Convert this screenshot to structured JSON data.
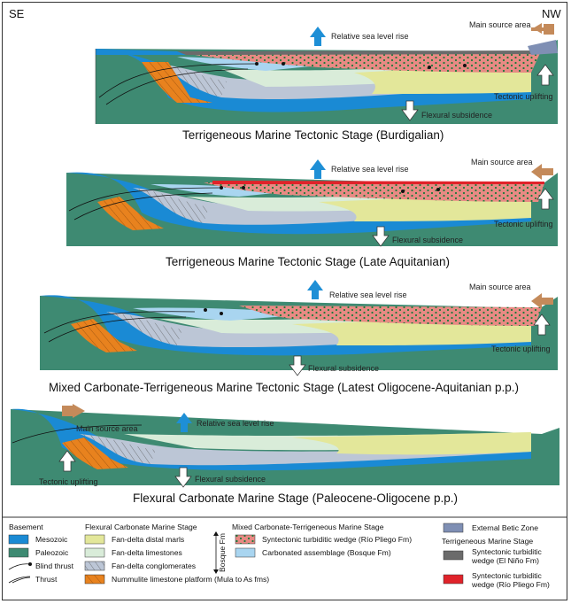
{
  "corners": {
    "left": "SE",
    "right": "NW"
  },
  "panels": [
    {
      "stage": "Terrigeneous Marine Tectonic Stage (Burdigalian)",
      "sea_level": "Relative sea level rise",
      "source": "Main source area",
      "uplift": "Tectonic uplifting",
      "subsidence": "Flexural subsidence"
    },
    {
      "stage": "Terrigeneous Marine Tectonic Stage (Late Aquitanian)",
      "sea_level": "Relative sea level rise",
      "source": "Main source area",
      "uplift": "Tectonic uplifting",
      "subsidence": "Flexural subsidence"
    },
    {
      "stage": "Mixed Carbonate-Terrigeneous Marine Tectonic Stage (Latest Oligocene-Aquitanian p.p.)",
      "sea_level": "Relative sea level rise",
      "source": "Main source area",
      "uplift": "Tectonic uplifting",
      "subsidence": "Flexural subsidence"
    },
    {
      "stage": "Flexural Carbonate Marine Stage (Paleocene-Oligocene p.p.)",
      "sea_level": "Relative sea level rise",
      "source": "Main source area",
      "uplift": "Tectonic uplifting",
      "subsidence": "Flexural subsidence"
    }
  ],
  "legend": {
    "basement_title": "Basement",
    "mesozoic": "Mesozoic",
    "paleozoic": "Paleozoic",
    "blind_thrust": "Blind thrust",
    "thrust": "Thrust",
    "flexural_title": "Flexural Carbonate Marine Stage",
    "distal_marls": "Fan-delta distal marls",
    "limestones": "Fan-delta limestones",
    "conglomerates": "Fan-delta conglomerates",
    "nummulite": "Nummulite limestone platform (Mula to As fms)",
    "bosque_label": "Bosque Fm",
    "mixed_title": "Mixed Carbonate-Terrigeneous Marine Stage",
    "turbiditic_rio": "Syntectonic turbiditic wedge (Río Pliego Fm)",
    "carbonated": "Carbonated assemblage (Bosque Fm)",
    "external_betic": "External Betic Zone",
    "terr_title": "Terrigeneous Marine Stage",
    "turb_nino_1": "Syntectonic turbiditic",
    "turb_nino_2": "wedge (El Niño Fm)",
    "turb_rio_1": "Syntectonic turbiditic",
    "turb_rio_2": "wedge (Río Pliego Fm)"
  },
  "colors": {
    "mesozoic": "#1a8ad4",
    "paleozoic": "#3e8a72",
    "distal_marls": "#e3e79a",
    "limestones": "#d9ecd9",
    "conglomerates": "#bcc6d6",
    "nummulite": "#e8821e",
    "turbiditic": "#e88a84",
    "carbonated": "#a9d5f0",
    "external_betic": "#7f8fb4",
    "nino": "#6b6b6b",
    "rio_red": "#e0232a",
    "up_arrow": "#1e8fd6",
    "source_arrow": "#c48a5a"
  }
}
